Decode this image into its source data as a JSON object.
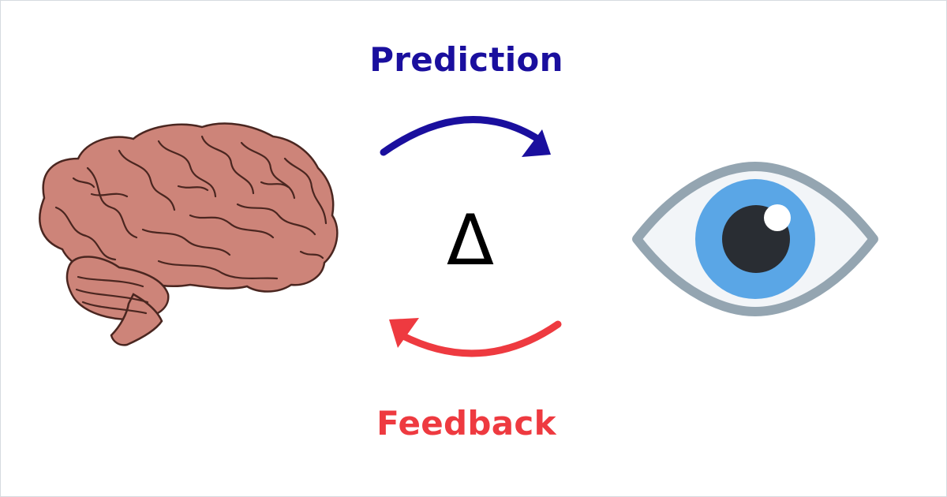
{
  "labels": {
    "prediction": "Prediction",
    "feedback": "Feedback",
    "delta": "Δ"
  },
  "icons": {
    "left": "brain-icon",
    "right": "eye-icon",
    "top_arrow": "curved-arrow-right-icon",
    "bottom_arrow": "curved-arrow-left-icon"
  },
  "colors": {
    "prediction": "#1a0f9e",
    "feedback": "#ee3a40",
    "brain_fill": "#cd8479",
    "brain_line": "#4a2620",
    "eye_outline": "#94a5b1",
    "eye_white": "#f2f5f8",
    "iris": "#5aa6e6",
    "pupil": "#292d33",
    "delta": "#000000"
  }
}
